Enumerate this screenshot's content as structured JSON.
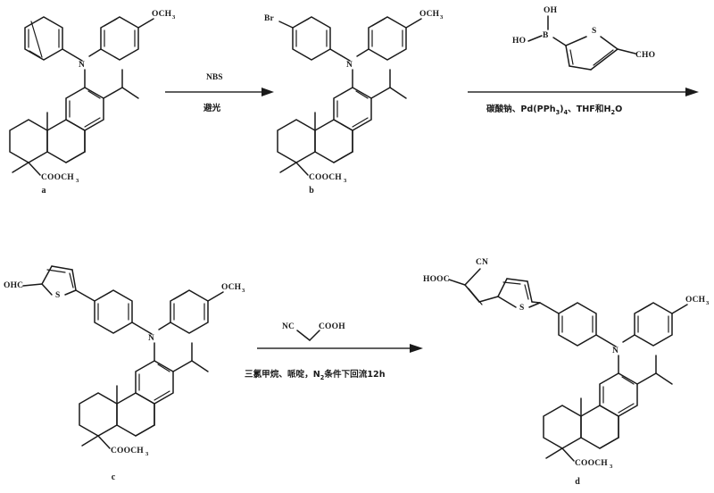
{
  "document": {
    "type": "chemical-reaction-scheme",
    "title": "",
    "background_color": "#ffffff",
    "line_color": "#1a1a1a"
  },
  "compounds": [
    {
      "id": "a",
      "label": "a",
      "name": "methyl N-phenyl-N-(4-methoxyphenyl)aminodehydroabietate",
      "labels": [
        "N",
        "OCH",
        "3",
        "COOCH",
        "3"
      ],
      "atom_labels": {
        "amine": "N",
        "methoxy": "OCH",
        "methoxy_sub": "3",
        "ester": "COOCH",
        "ester_sub": "3"
      }
    },
    {
      "id": "b",
      "label": "b",
      "name": "brominated triarylamine dehydroabietate",
      "atom_labels": {
        "bromine": "Br",
        "amine": "N",
        "methoxy": "OCH",
        "methoxy_sub": "3",
        "ester": "COOCH",
        "ester_sub": "3"
      }
    },
    {
      "id": "c",
      "label": "c",
      "name": "thiophene-carbaldehyde triarylamine dehydroabietate",
      "atom_labels": {
        "aldehyde": "OHC",
        "sulfur": "S",
        "amine": "N",
        "methoxy": "OCH",
        "methoxy_sub": "3",
        "ester": "COOCH",
        "ester_sub": "3"
      }
    },
    {
      "id": "d",
      "label": "d",
      "name": "cyanoacrylic acid dye product",
      "atom_labels": {
        "carboxyl": "HOOC",
        "nitrile": "CN",
        "sulfur": "S",
        "amine": "N",
        "methoxy": "OCH",
        "methoxy_sub": "3",
        "ester": "COOCH",
        "ester_sub": "3"
      }
    }
  ],
  "reactions": [
    {
      "step": 1,
      "above_label": "NBS",
      "below_label": "避光",
      "reagent_structure": null
    },
    {
      "step": 2,
      "above_label": "",
      "below_label": "碳酸钠、Pd(PPh",
      "below_label_sub1": "3",
      "below_label_mid": ")",
      "below_label_sub2": "4",
      "below_label_tail": "、THF和H",
      "below_label_sub3": "2",
      "below_label_end": "O",
      "reagent_structure": {
        "name": "5-formylthiophene-2-boronic acid",
        "labels": {
          "hydroxy_top": "OH",
          "hydroxy_left": "HO",
          "boron": "B",
          "sulfur": "S",
          "aldehyde": "CHO"
        }
      }
    },
    {
      "step": 3,
      "above_label": "",
      "below_label": "三氯甲烷、哌啶，N",
      "below_label_sub": "2",
      "below_label_tail": "条件下回流12h",
      "reagent_structure": {
        "name": "cyanoacetic acid",
        "labels": {
          "nitrile": "NC",
          "carboxyl": "COOH"
        }
      }
    }
  ],
  "text_items": {
    "nbs": "NBS",
    "bi_guang": "避光",
    "cond2_part1": "碳酸钠、Pd(PPh",
    "cond2_sub1": "3",
    "cond2_part2": ")",
    "cond2_sub2": "4",
    "cond2_part3": "、THF和H",
    "cond2_sub3": "2",
    "cond2_part4": "O",
    "cond3_part1": "三氯甲烷、哌啶，N",
    "cond3_sub": "2",
    "cond3_part2": "条件下回流12h",
    "label_a": "a",
    "label_b": "b",
    "label_c": "c",
    "label_d": "d",
    "n_atom": "N",
    "och3": "OCH",
    "three": "3",
    "cooch3": "COOCH",
    "br": "Br",
    "ohc": "OHC",
    "s_atom": "S",
    "oh": "OH",
    "ho": "HO",
    "b_atom": "B",
    "cho": "CHO",
    "nc": "NC",
    "cooh": "COOH",
    "hooc": "HOOC",
    "cn": "CN",
    "two": "2",
    "four": "4"
  }
}
